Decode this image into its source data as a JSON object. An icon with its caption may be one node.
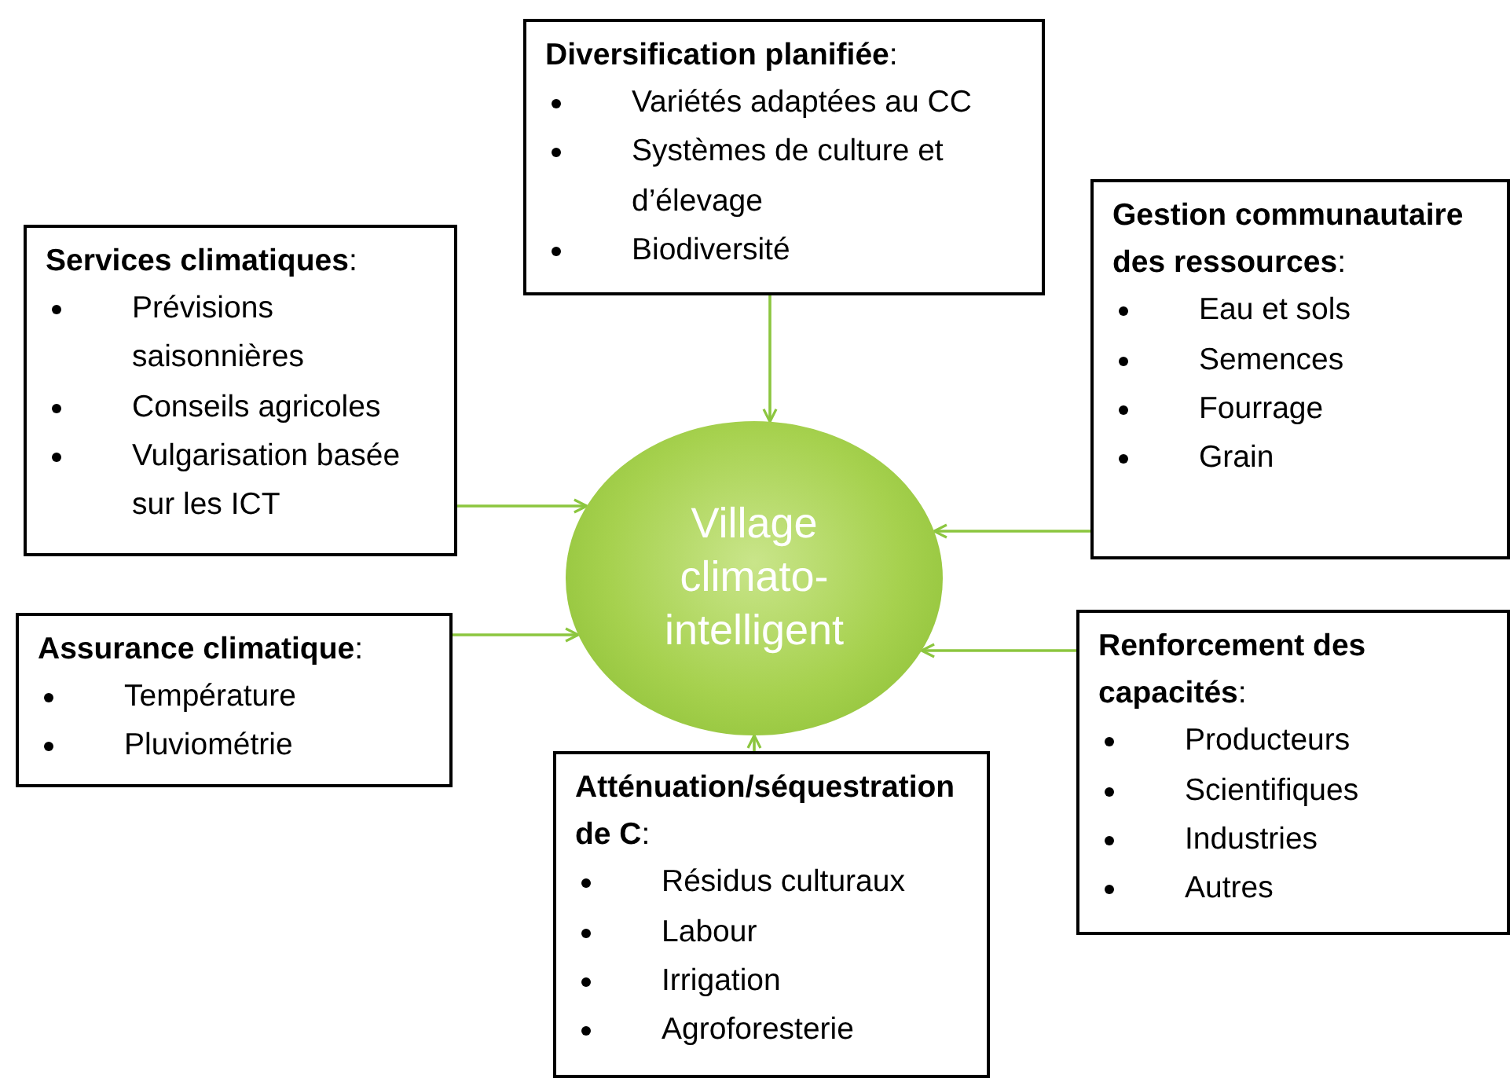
{
  "diagram": {
    "nodes": [
      {
        "text": [
          "**Diversification planifiée**:",
          "Variétés adaptées au CC",
          "Systèmes de culture et d’élevage",
          "Biodiversité"
        ]
      },
      {
        "text": [
          "**Services climatiques**:",
          "Prévisions saisonnières",
          "Conseils agricoles",
          "Vulgarisation basée sur les ICT"
        ]
      },
      {
        "text": [
          "**Gestion communautaire des ressources**:",
          "Eau et sols",
          "Semences",
          "Fourrage",
          "Grain"
        ]
      },
      {
        "text": [
          "Village climato-intelligent"
        ]
      },
      {
        "text": [
          "**Assurance climatique**:",
          "Température",
          "Pluviométrie"
        ]
      },
      {
        "text": [
          "**Renforcement des capacités**:",
          "Producteurs",
          "Scientifiques",
          "Industries",
          "Autres"
        ]
      },
      {
        "text": [
          "**Atténuation/séquestration de C**:",
          "Résidus culturaux",
          "Labour",
          "Irrigation",
          "Agroforesterie"
        ]
      }
    ],
    "edges": [
      {
        "from": 0,
        "to": 3,
        "arrow": "to"
      },
      {
        "from": 1,
        "to": 3,
        "arrow": "to"
      },
      {
        "from": 2,
        "to": 3,
        "arrow": "to"
      },
      {
        "from": 4,
        "to": 3,
        "arrow": "to"
      },
      {
        "from": 5,
        "to": 3,
        "arrow": "to"
      },
      {
        "from": 6,
        "to": 3,
        "arrow": "to"
      }
    ]
  }
}
